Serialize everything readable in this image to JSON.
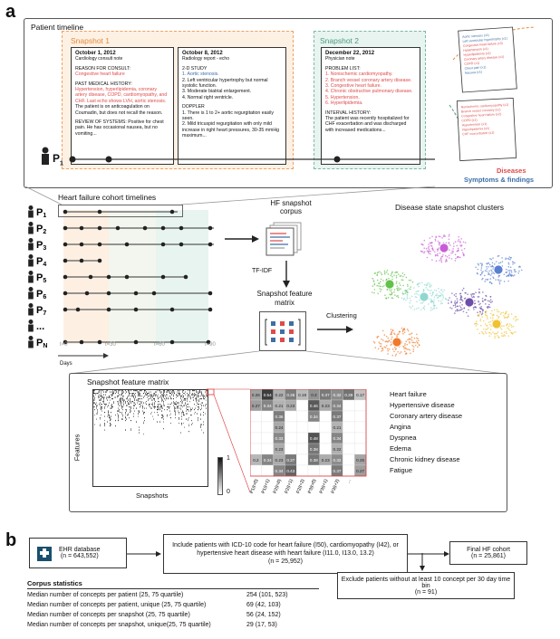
{
  "panel_a": {
    "letter": "a",
    "patient_timeline_title": "Patient timeline",
    "snapshot1_label": "Snapshot 1",
    "snapshot2_label": "Snapshot 2",
    "notes": [
      {
        "date": "October 1, 2012",
        "source": "Cardiology consult note",
        "lines": [
          {
            "t": "REASON FOR CONSULT:",
            "c": ""
          },
          {
            "t": "Congestive heart failure",
            "c": "red"
          },
          {
            "t": "",
            "c": ""
          },
          {
            "t": "PAST MEDICAL HISTORY:",
            "c": ""
          },
          {
            "t": "Hypertension, hyperlipidemia, coronary artery disease, COPD, cardiomyopathy, and CHF. Last echo shows LVH, aortic stenosis.",
            "c": "mix"
          },
          {
            "t": "The patient is on anticoagulation on Coumadin, but does not recall the reason.",
            "c": ""
          },
          {
            "t": "",
            "c": ""
          },
          {
            "t": "REVIEW OF SYSTEMS: Positive for chest pain. He has occasional nausea, but no vomiting...",
            "c": ""
          }
        ]
      },
      {
        "date": "October 8, 2012",
        "source": "Radiology report - echo",
        "lines": [
          {
            "t": "2-D STUDY",
            "c": ""
          },
          {
            "t": "1. Aortic stenosis.",
            "c": "blue"
          },
          {
            "t": "2. Left ventricular hypertrophy but normal systolic function.",
            "c": ""
          },
          {
            "t": "3. Moderate biatrial enlargement.",
            "c": ""
          },
          {
            "t": "4. Normal right ventricle.",
            "c": ""
          },
          {
            "t": "",
            "c": ""
          },
          {
            "t": "DOPPLER",
            "c": ""
          },
          {
            "t": "1. There is 1 to 2+ aortic regurgitation easily seen.",
            "c": ""
          },
          {
            "t": "2. Mild tricuspid regurgitation with only mild increase in right heart pressures, 30-35 mmHg maximum...",
            "c": ""
          }
        ]
      },
      {
        "date": "December 22, 2012",
        "source": "Physician note",
        "lines": [
          {
            "t": "PROBLEM LIST:",
            "c": ""
          },
          {
            "t": "1. Nonischemic cardiomyopathy.",
            "c": "red"
          },
          {
            "t": "2. Branch vessel coronary artery disease.",
            "c": "red"
          },
          {
            "t": "3. Congestive heart failure.",
            "c": "red"
          },
          {
            "t": "4. Chronic obstructive pulmonary disease.",
            "c": "red"
          },
          {
            "t": "5. Hypertension.",
            "c": "red"
          },
          {
            "t": "6. Hyperlipidemia.",
            "c": "red"
          },
          {
            "t": "",
            "c": ""
          },
          {
            "t": "INTERVAL HISTORY:",
            "c": ""
          },
          {
            "t": "The patient was recently hospitalized for CHF exacerbation and was discharged with increased medications...",
            "c": ""
          }
        ]
      }
    ],
    "legend_diseases": "Diseases",
    "legend_symptoms": "Symptoms & findings",
    "patient_p1": "P",
    "patient_sub1": "1",
    "cohort_title": "Heart failure cohort timelines",
    "patients": [
      {
        "p": "P",
        "s": "1"
      },
      {
        "p": "P",
        "s": "2"
      },
      {
        "p": "P",
        "s": "3"
      },
      {
        "p": "P",
        "s": "4"
      },
      {
        "p": "P",
        "s": "5"
      },
      {
        "p": "P",
        "s": "6"
      },
      {
        "p": "P",
        "s": "7"
      },
      {
        "p": "...",
        "s": ""
      },
      {
        "p": "P",
        "s": "N"
      }
    ],
    "time_labels": [
      "t=0",
      "t=30",
      "t=60",
      "t=90"
    ],
    "days_label": "Days",
    "hf_corpus": "HF snapshot corpus",
    "tfidf": "TF-IDF",
    "snapshot_feature_matrix": "Snapshot feature matrix",
    "clustering": "Clustering",
    "clusters_title": "Disease state snapshot clusters",
    "matrix_inset_title": "Snapshot feature matrix",
    "features_axis": "Features",
    "snapshots_axis": "Snapshots",
    "colorbar_max": "1",
    "colorbar_min": "0",
    "heat_rows": [
      "Heart failure",
      "Hypertensive disease",
      "Coronary artery disease",
      "Angina",
      "Dyspnea",
      "Edema",
      "Chronic kidney disease",
      "Fatigue"
    ],
    "heat_cols": [
      "P1(t=0)",
      "P1(t+1)",
      "P2(t=0)",
      "P2(t+1)",
      "P2(t+2)",
      "P3(t=0)",
      "P3(t+1)",
      "P3(t+2)",
      "..."
    ],
    "heat_values": [
      [
        "0.26",
        "0.54",
        "0.22",
        "0.36",
        "0.19",
        "0.3",
        "0.37",
        "0.32",
        "0.39",
        "0.17"
      ],
      [
        "0.27",
        "0.34",
        "0.21",
        "0.23",
        "",
        "0.46",
        "0.23",
        "0.34",
        "",
        ""
      ],
      [
        "",
        "",
        "0.36",
        "",
        "",
        "0.34",
        "",
        "0.37",
        "",
        ""
      ],
      [
        "",
        "",
        "0.24",
        "",
        "",
        "",
        "",
        "0.21",
        "",
        ""
      ],
      [
        "",
        "",
        "0.33",
        "",
        "",
        "0.48",
        "",
        "0.34",
        "",
        ""
      ],
      [
        "",
        "",
        "0.23",
        "",
        "",
        "0.38",
        "",
        "0.22",
        "",
        ""
      ],
      [
        "0.2",
        "0.34",
        "0.23",
        "0.37",
        "",
        "0.38",
        "0.23",
        "0.32",
        "",
        "0.25"
      ],
      [
        "",
        "",
        "0.34",
        "0.43",
        "",
        "",
        "",
        "0.37",
        "",
        "0.27"
      ]
    ]
  },
  "panel_b": {
    "letter": "b",
    "ehr_db": "EHR database",
    "ehr_n": "(n = 643,552)",
    "include_text": "Include patients with ICD-10 code for heart failure (I50), cardiomyopathy (I42), or hypertensive heart disease with heart failure (I11.0, I13.0, 13.2)",
    "include_n": "(n = 25,952)",
    "final_cohort": "Final HF cohort",
    "final_n": "(n = 25,861)",
    "exclude_text": "Exclude patients without at least 10 concept per 30 day time bin",
    "exclude_n": "(n = 91)",
    "stats_title": "Corpus statistics",
    "stats": [
      {
        "label": "Median number of concepts per patient (25, 75 quartile)",
        "value": "254 (101, 523)"
      },
      {
        "label": "Median number of concepts per patient, unique (25, 75 quartile)",
        "value": "69 (42, 103)"
      },
      {
        "label": "Median number of concepts per snapshot (25, 75 quartile)",
        "value": "56 (24, 152)"
      },
      {
        "label": "Median number of concepts per snapshot, unique(25, 75 quartile)",
        "value": "29 (17, 53)"
      }
    ]
  }
}
